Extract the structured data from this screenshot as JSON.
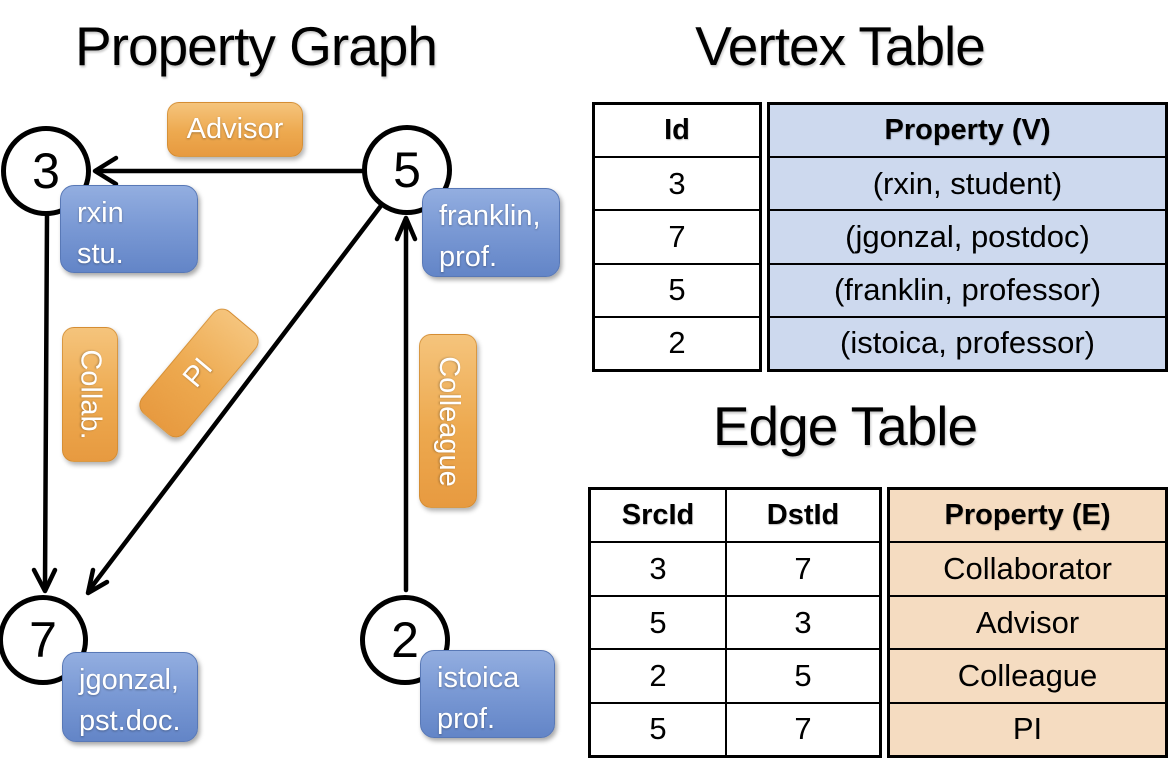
{
  "graph": {
    "title": "Property Graph",
    "nodes": [
      {
        "id": "3",
        "line1": "rxin",
        "line2": "stu."
      },
      {
        "id": "5",
        "line1": "franklin,",
        "line2": "prof."
      },
      {
        "id": "7",
        "line1": "jgonzal,",
        "line2": "pst.doc."
      },
      {
        "id": "2",
        "line1": "istoica",
        "line2": "prof."
      }
    ],
    "edge_labels": {
      "advisor": "Advisor",
      "collab": "Collab.",
      "pi": "PI",
      "colleague": "Colleague"
    }
  },
  "vertex_table": {
    "title": "Vertex Table",
    "col_id": "Id",
    "col_property": "Property (V)",
    "rows": [
      {
        "id": "3",
        "property": "(rxin, student)"
      },
      {
        "id": "7",
        "property": "(jgonzal, postdoc)"
      },
      {
        "id": "5",
        "property": "(franklin, professor)"
      },
      {
        "id": "2",
        "property": "(istoica, professor)"
      }
    ]
  },
  "edge_table": {
    "title": "Edge Table",
    "col_src": "SrcId",
    "col_dst": "DstId",
    "col_property": "Property (E)",
    "rows": [
      {
        "src": "3",
        "dst": "7",
        "property": "Collaborator"
      },
      {
        "src": "5",
        "dst": "3",
        "property": "Advisor"
      },
      {
        "src": "2",
        "dst": "5",
        "property": "Colleague"
      },
      {
        "src": "5",
        "dst": "7",
        "property": "PI"
      }
    ]
  },
  "colors": {
    "vertex_cell_fill": "#cdd9ee",
    "edge_cell_fill": "#f5dcc1",
    "edge_label_orange": "#eda94f",
    "vertex_box_blue": "#7b9ad5",
    "line_black": "#000000"
  }
}
